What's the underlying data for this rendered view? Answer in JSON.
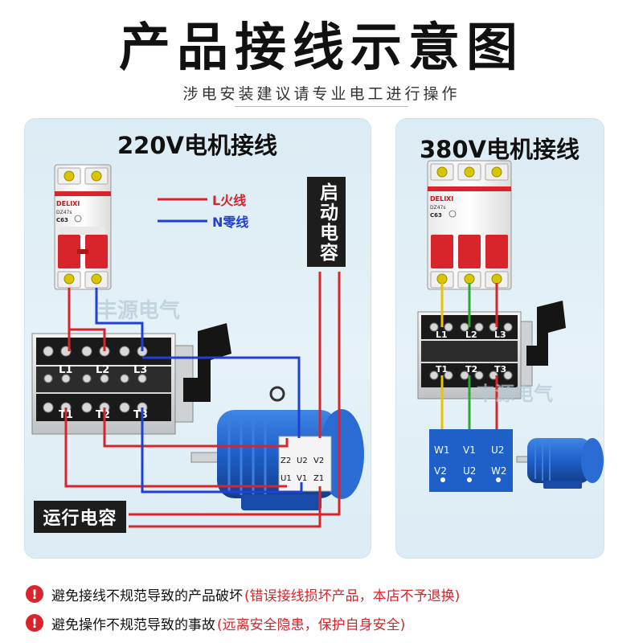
{
  "header": {
    "title": "产品接线示意图",
    "subtitle": "涉电安装建议请专业电工进行操作"
  },
  "left_panel": {
    "title": "220V电机接线",
    "breaker_brand": "DELIXI",
    "breaker_model": "DZ47s",
    "breaker_rating": "C63",
    "legend": [
      {
        "label": "L火线",
        "color": "#d9242b"
      },
      {
        "label": "N零线",
        "color": "#1f3fd6"
      }
    ],
    "start_capacitor": "启动电容",
    "run_capacitor": "运行电容",
    "switch_top_terminals": [
      "L1",
      "L2",
      "L3"
    ],
    "switch_bottom_terminals": [
      "T1",
      "T2",
      "T3"
    ],
    "motor_terminals_top": [
      "Z2",
      "U2",
      "V2"
    ],
    "motor_terminals_bottom": [
      "U1",
      "V1",
      "Z1"
    ],
    "watermark": "丰源电气"
  },
  "right_panel": {
    "title": "380V电机接线",
    "breaker_brand": "DELIXI",
    "breaker_model": "DZ47s",
    "breaker_rating": "C63",
    "switch_top_terminals": [
      "L1",
      "L2",
      "L3"
    ],
    "switch_bottom_terminals": [
      "T1",
      "T2",
      "T3"
    ],
    "motor_terminals_top": [
      "W1",
      "V1",
      "U2"
    ],
    "motor_terminals_bottom": [
      "V2",
      "U2",
      "W2"
    ],
    "watermark": "丰源电气"
  },
  "warnings": [
    {
      "text": "避免接线不规范导致的产品破坏",
      "note": "(错误接线损坏产品，本店不予退换)"
    },
    {
      "text": "避免操作不规范导致的事故",
      "note": "(远离安全隐患，保护自身安全)"
    }
  ],
  "colors": {
    "live": "#d9242b",
    "neutral": "#1f3fd6",
    "yellow": "#e8c400",
    "green": "#2aa830",
    "motor_blue": "#1f5fc8",
    "panel_bg": "#e2f0f7"
  },
  "icons": [
    "warning-icon",
    "breaker-icon",
    "rotary-switch-icon",
    "motor-icon"
  ]
}
